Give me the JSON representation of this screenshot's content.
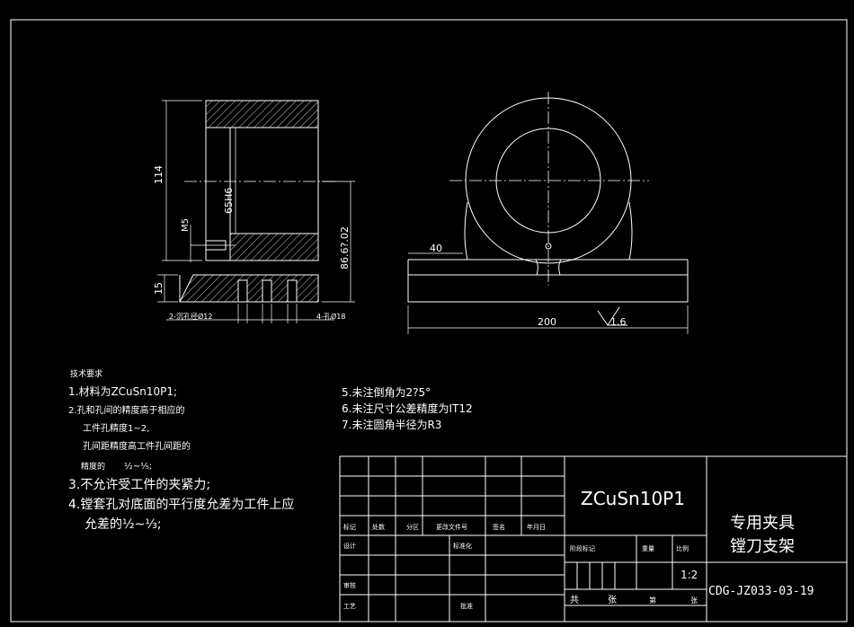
{
  "dimensions": {
    "height_114": "114",
    "bore_65h6": "65H6",
    "thread_m5": "M5",
    "dim_15": "15",
    "height_86": "86.6?.02",
    "holes_2": "2-沉孔径Ø12",
    "holes_4": "4-孔Ø18",
    "dim_40": "40",
    "dim_200": "200",
    "roughness": "1.6"
  },
  "notes": {
    "heading": "技术要求",
    "n1": "1.材料为ZCuSn10P1;",
    "n2": "2.孔和孔间的精度高于相应的",
    "n2b": "工件孔精度1~2,",
    "n2c": "孔间距精度高工件孔间距的",
    "n2d_label": "精度的",
    "n2d_frac": "½~⅕;",
    "n3": "3.不允许受工件的夹紧力;",
    "n4": "4.镗套孔对底面的平行度允差为工件上应",
    "n4b": "允差的½~⅓;",
    "n5": "5.未注倒角为2?5°",
    "n6": "6.未注尺寸公差精度为IT12",
    "n7": "7.未注圆角半径为R3"
  },
  "title_block": {
    "material": "ZCuSn10P1",
    "title_line1": "专用夹具",
    "title_line2": "镗刀支架",
    "drawing_no": "CDG-JZ033-03-19",
    "scale": "1:2",
    "h_mark": "标记",
    "h_count": "处数",
    "h_zone": "分区",
    "h_docno": "更改文件号",
    "h_sign": "签名",
    "h_date": "年月日",
    "design": "设计",
    "standard": "标准化",
    "stage": "阶段标记",
    "weight": "重量",
    "ratio": "比例",
    "review": "审核",
    "process": "工艺",
    "approve": "批准",
    "total": "共",
    "sheets": "张",
    "no": "第",
    "sheet2": "张"
  }
}
